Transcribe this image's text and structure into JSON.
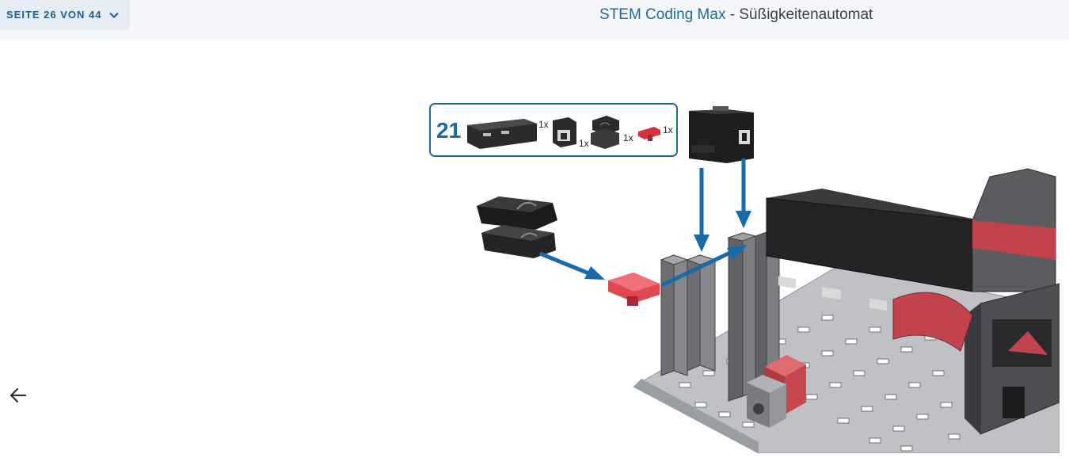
{
  "header": {
    "page_indicator": "SEITE 26 VON 44",
    "product_name": "STEM Coding Max",
    "separator": " - ",
    "subtitle": "Süßigkeitenautomat"
  },
  "instruction": {
    "step_number": "21",
    "parts": [
      {
        "icon": "beam-part-icon",
        "qty": "1x"
      },
      {
        "icon": "socket-block-icon",
        "qty": "1x"
      },
      {
        "icon": "double-block-icon",
        "qty": "1x"
      },
      {
        "icon": "red-clip-icon",
        "qty": "1x"
      }
    ]
  },
  "colors": {
    "accent_blue": "#1a6aa8",
    "part_red": "#d7333f",
    "part_dark": "#2b2b2b"
  },
  "nav": {
    "prev_icon": "arrow-left-icon"
  }
}
